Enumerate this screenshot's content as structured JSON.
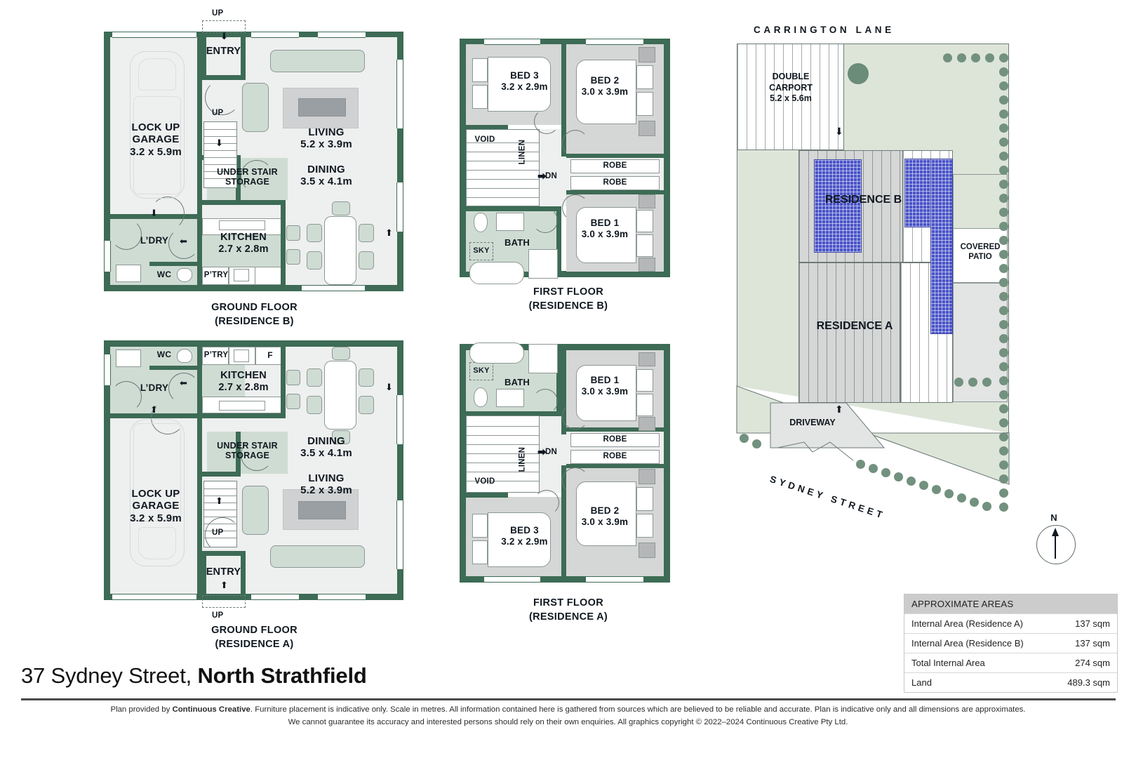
{
  "document": {
    "address_plain": "37 Sydney Street, ",
    "address_bold": "North Strathfield"
  },
  "footer": {
    "line1_pre": "Plan provided by ",
    "line1_brand": "Continuous Creative",
    "line1_post": ". Furniture placement is indicative only. Scale in metres. All information contained here is gathered from sources which are believed to be reliable and accurate. Plan is indicative only and all dimensions are approximates.",
    "line2": "We cannot guarantee its accuracy and interested persons should rely on their own enquiries. All graphics copyright © 2022–2024 Continuous Creative Pty Ltd."
  },
  "areas": {
    "header": "APPROXIMATE AREAS",
    "rows": [
      {
        "label": "Internal Area  (Residence A)",
        "value": "137 sqm"
      },
      {
        "label": "Internal Area  (Residence B)",
        "value": "137 sqm"
      },
      {
        "label": "Total Internal Area",
        "value": "274 sqm"
      },
      {
        "label": "Land",
        "value": "489.3 sqm"
      }
    ]
  },
  "north": {
    "label": "N"
  },
  "plans": {
    "ground_b": {
      "title_line1": "GROUND FLOOR",
      "title_line2": "(RESIDENCE B)",
      "rooms": {
        "garage_name": "LOCK UP",
        "garage_name2": "GARAGE",
        "garage_dim": "3.2 x 5.9m",
        "entry": "ENTRY",
        "up1": "UP",
        "up2": "UP",
        "living": "LIVING",
        "living_dim": "5.2 x 3.9m",
        "dining": "DINING",
        "dining_dim": "3.5 x 4.1m",
        "understair1": "UNDER STAIR",
        "understair2": "STORAGE",
        "kitchen": "KITCHEN",
        "kitchen_dim": "2.7 x 2.8m",
        "laundry": "L’DRY",
        "wc": "WC",
        "pantry": "P’TRY"
      }
    },
    "ground_a": {
      "title_line1": "GROUND FLOOR",
      "title_line2": "(RESIDENCE A)",
      "rooms": {
        "garage_name": "LOCK UP",
        "garage_name2": "GARAGE",
        "garage_dim": "3.2 x 5.9m",
        "entry": "ENTRY",
        "up1": "UP",
        "up2": "UP",
        "living": "LIVING",
        "living_dim": "5.2 x 3.9m",
        "dining": "DINING",
        "dining_dim": "3.5 x 4.1m",
        "understair1": "UNDER STAIR",
        "understair2": "STORAGE",
        "kitchen": "KITCHEN",
        "kitchen_dim": "2.7 x 2.8m",
        "laundry": "L’DRY",
        "wc": "WC",
        "pantry": "P’TRY",
        "fridge": "F"
      }
    },
    "first_b": {
      "title_line1": "FIRST FLOOR",
      "title_line2": "(RESIDENCE B)",
      "rooms": {
        "bed3": "BED 3",
        "bed3_dim": "3.2 x 2.9m",
        "bed2": "BED 2",
        "bed2_dim": "3.0 x 3.9m",
        "bed1": "BED 1",
        "bed1_dim": "3.0 x 3.9m",
        "void": "VOID",
        "linen": "LINEN",
        "dn": "DN",
        "bath": "BATH",
        "sky": "SKY",
        "robe1": "ROBE",
        "robe2": "ROBE"
      }
    },
    "first_a": {
      "title_line1": "FIRST FLOOR",
      "title_line2": "(RESIDENCE A)",
      "rooms": {
        "bed3": "BED 3",
        "bed3_dim": "3.2 x 2.9m",
        "bed2": "BED 2",
        "bed2_dim": "3.0 x 3.9m",
        "bed1": "BED 1",
        "bed1_dim": "3.0 x 3.9m",
        "void": "VOID",
        "linen": "LINEN",
        "dn": "DN",
        "bath": "BATH",
        "sky": "SKY",
        "robe1": "ROBE",
        "robe2": "ROBE"
      }
    }
  },
  "site": {
    "street_top": "CARRINGTON LANE",
    "street_bottom": "SYDNEY STREET",
    "carport_l1": "DOUBLE",
    "carport_l2": "CARPORT",
    "carport_dim": "5.2 x 5.6m",
    "residence_b": "RESIDENCE B",
    "residence_a": "RESIDENCE A",
    "covered_patio_l1": "COVERED",
    "covered_patio_l2": "PATIO",
    "driveway": "DRIVEWAY"
  },
  "colors": {
    "wall": "#3d6b55",
    "floor_light": "#eeefef",
    "floor_green": "#cfdcd3",
    "floor_grey": "#d5d6d6",
    "lawn": "#dde5d9",
    "solar": "#4a54c8",
    "shrub": "#72917e"
  }
}
